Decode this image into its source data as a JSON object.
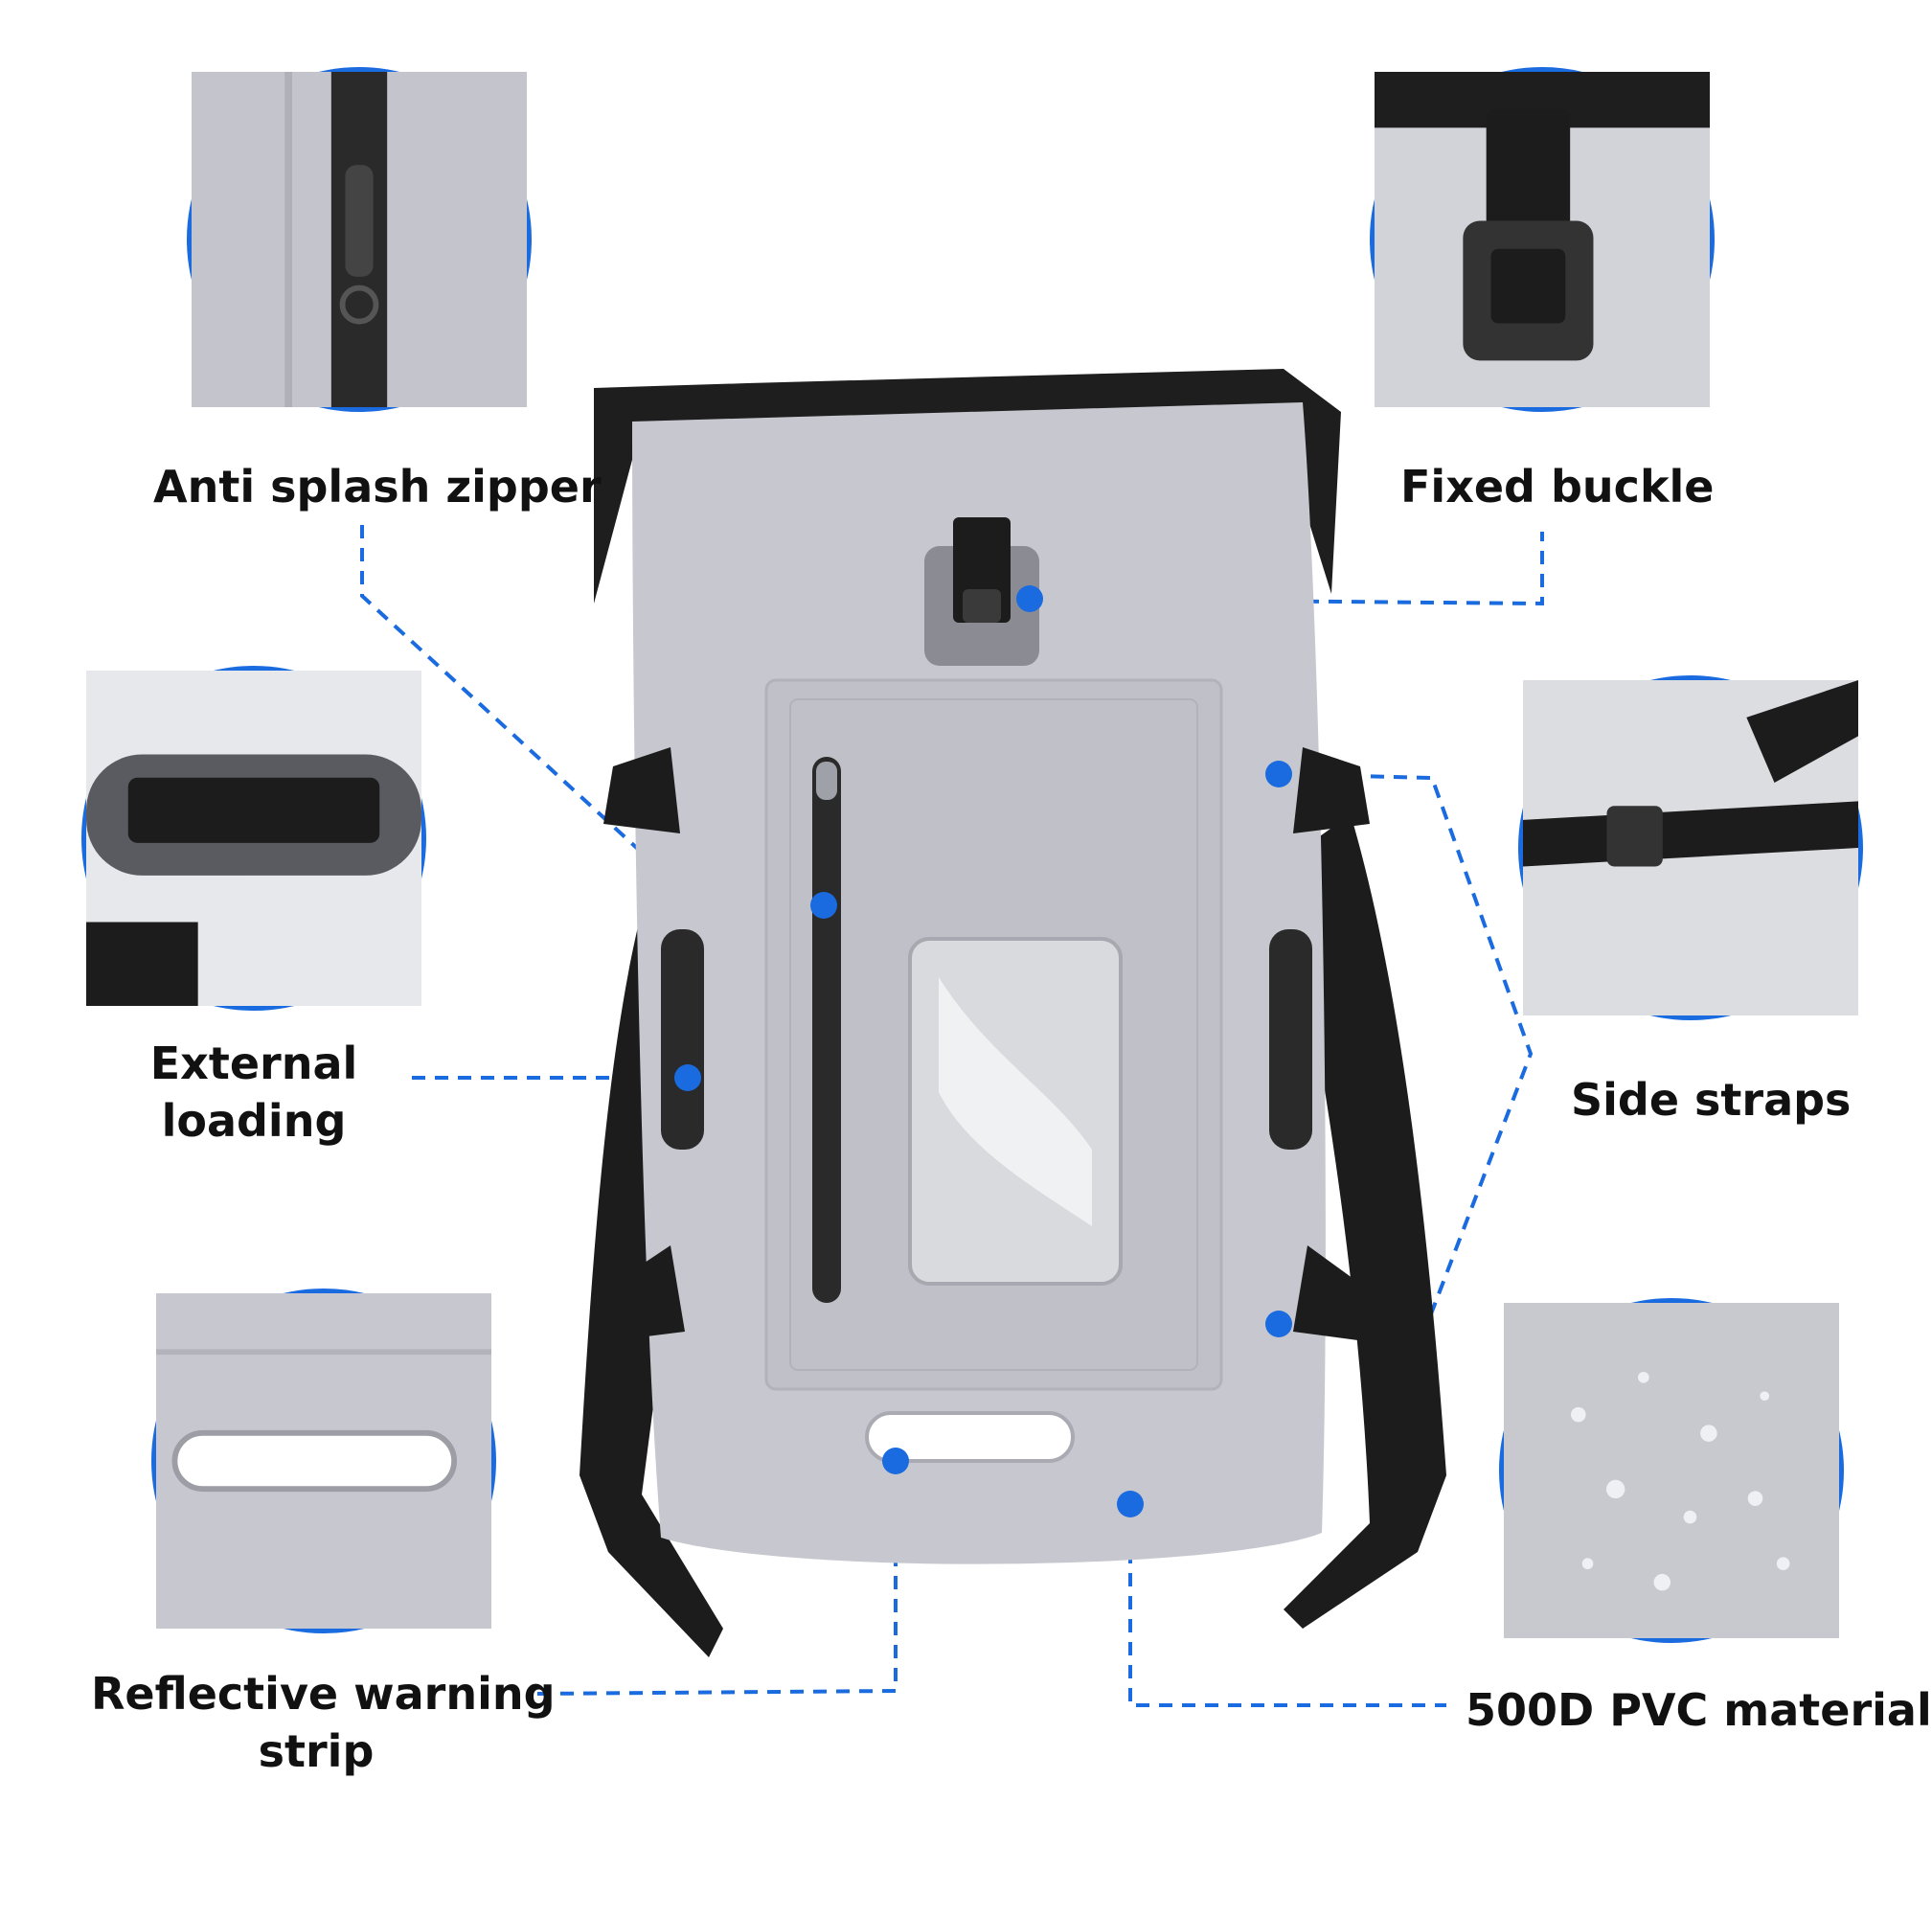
{
  "labels": {
    "anti_splash_zipper": "Anti splash zipper",
    "fixed_buckle": "Fixed buckle",
    "external_loading_line1": "External",
    "external_loading_line2": "loading",
    "side_straps": "Side straps",
    "reflective_line1": "Reflective warning",
    "reflective_line2": "strip",
    "material": "500D PVC material"
  },
  "colors": {
    "accent": "#1a6be0",
    "bag_body": "#c7c8cf",
    "strap": "#1c1c1c",
    "text": "#111111"
  },
  "icons": {
    "zipper": "zipper-detail-icon",
    "buckle": "buckle-detail-icon",
    "loops": "webbing-loops-icon",
    "strap": "side-strap-icon",
    "reflective": "reflective-strip-icon",
    "droplets": "water-droplets-icon"
  }
}
